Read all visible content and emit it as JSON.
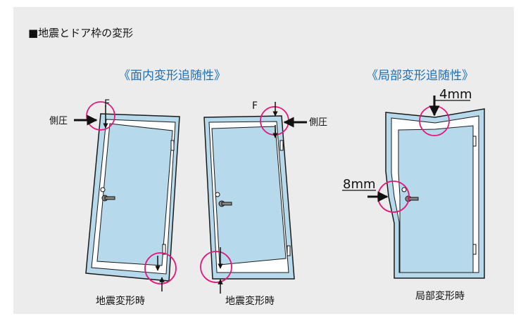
{
  "title": "■地震とドア枠の変形",
  "headings": {
    "in_plane": "《面内変形追随性》",
    "local": "《局部変形追随性》"
  },
  "labels": {
    "force_left": "F",
    "force_mid": "F",
    "side_pressure_left": "側圧",
    "side_pressure_right": "側圧",
    "dim_top": "4mm",
    "dim_side": "8mm"
  },
  "captions": {
    "door1": "地震変形時",
    "door2": "地震変形時",
    "door3": "局部変形時"
  },
  "colors": {
    "background": "#ececec",
    "door_fill": "#b7d9ec",
    "outline": "#1a1a1a",
    "circle": "#e0197a",
    "heading": "#1f6fb2"
  }
}
